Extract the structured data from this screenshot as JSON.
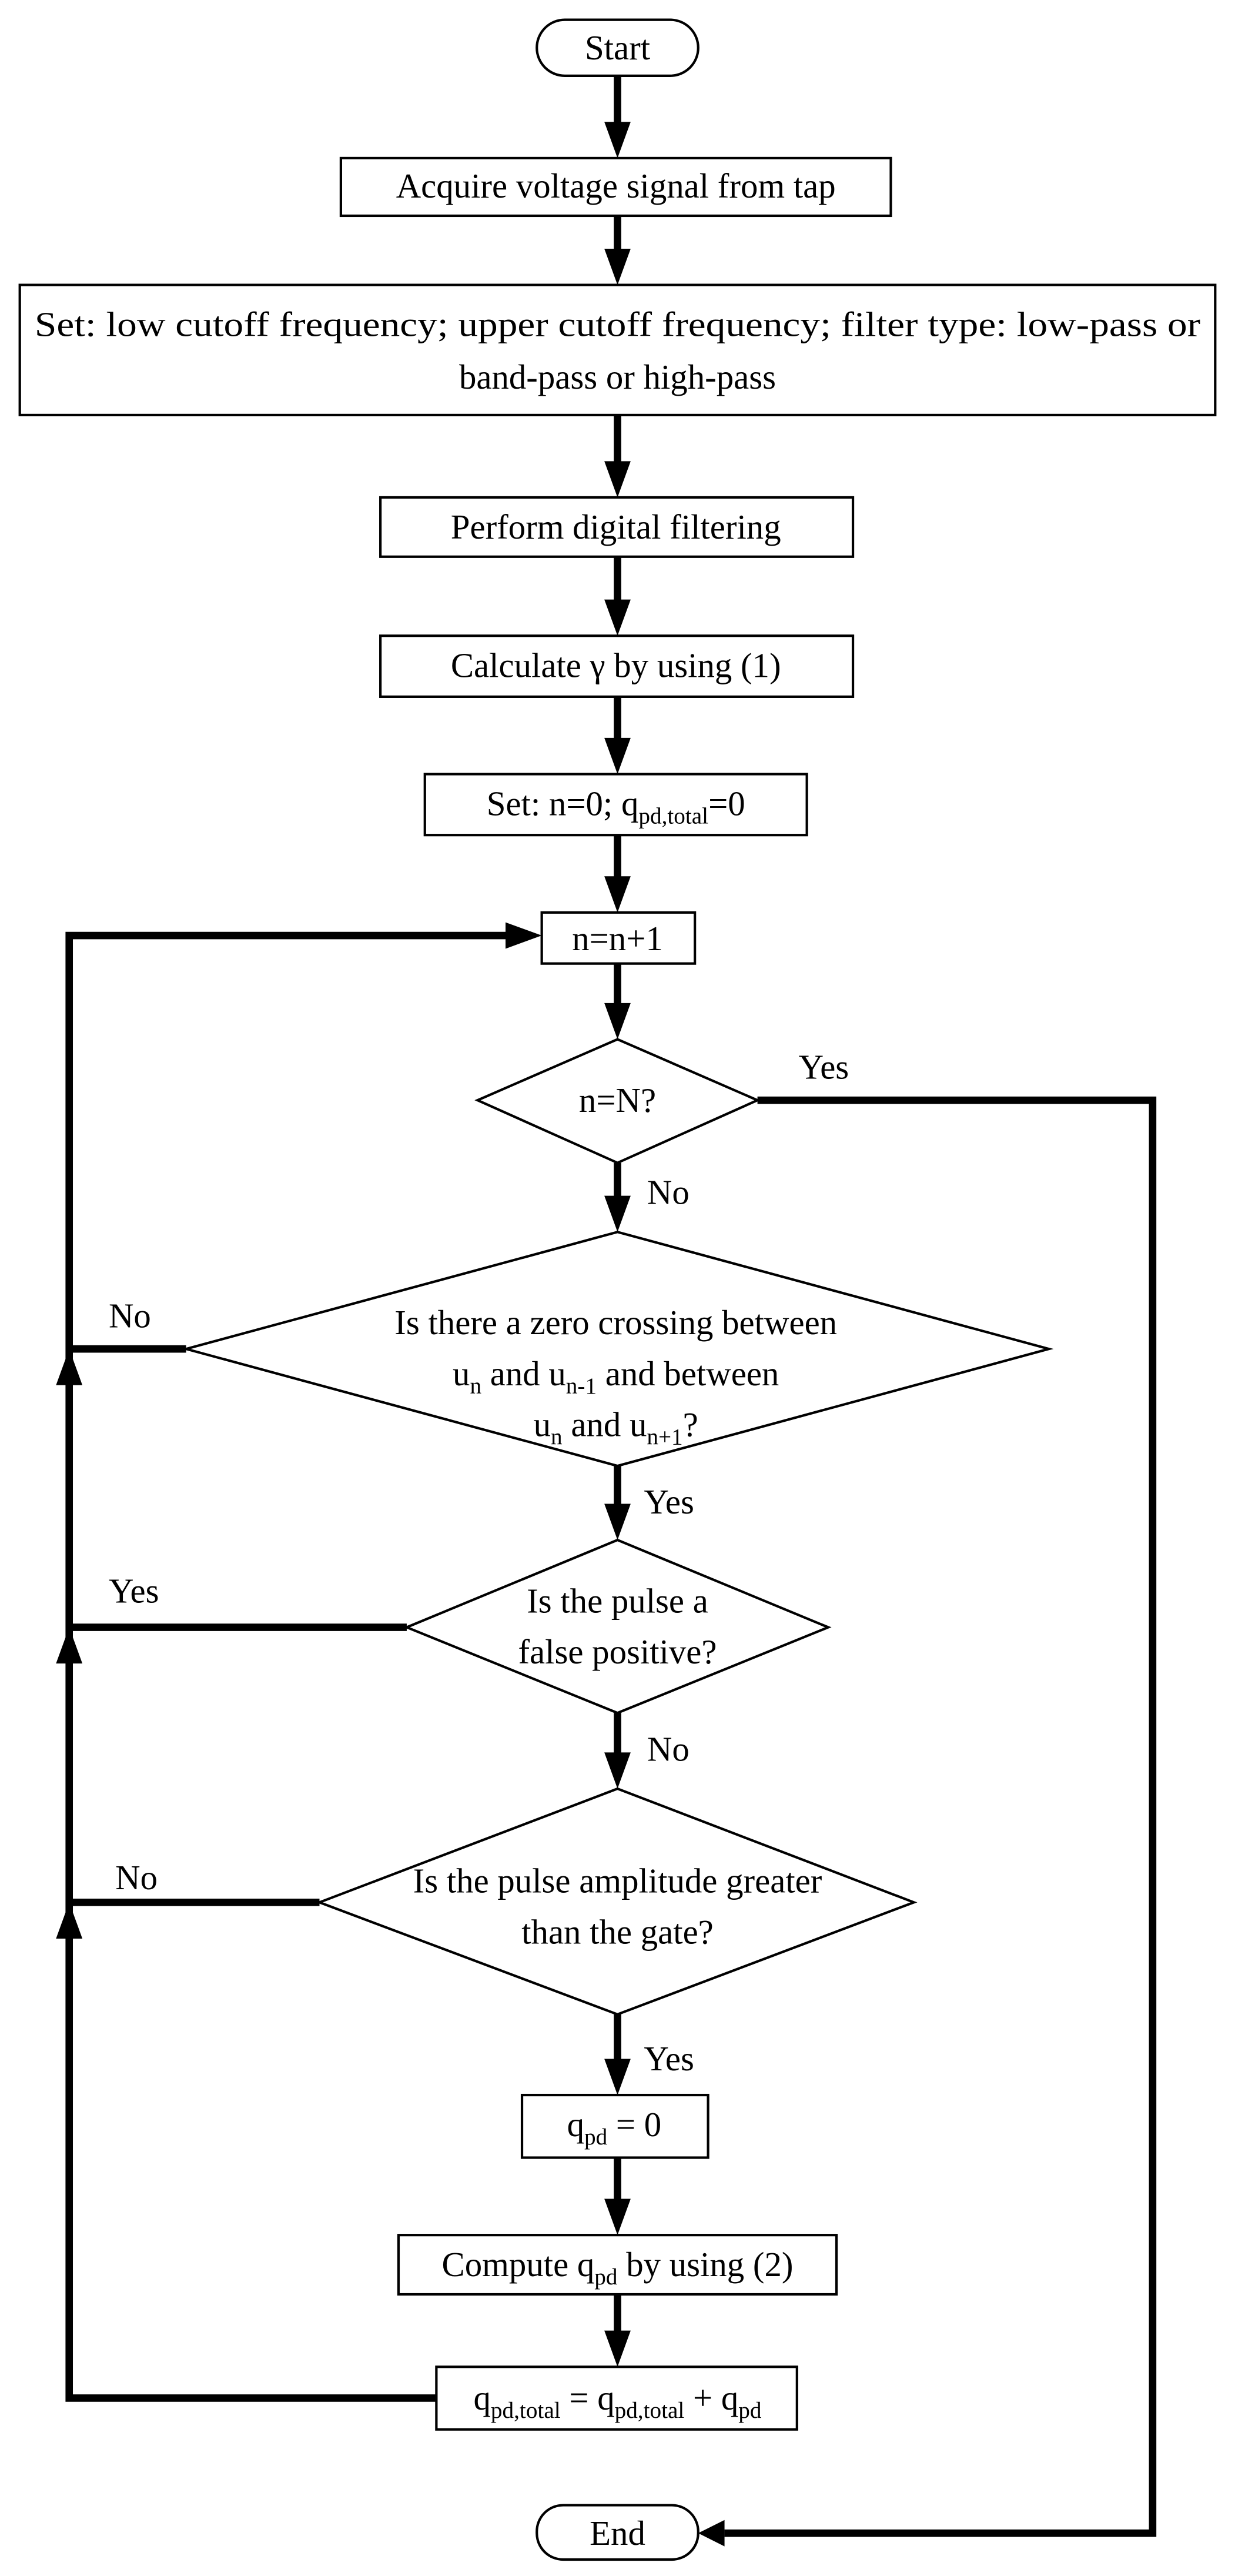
{
  "nodes": {
    "start": "Start",
    "acquire": "Acquire voltage signal from tap",
    "settings": {
      "line1": "Set: low cutoff frequency; upper cutoff frequency; filter type: low-pass or",
      "line2": "band-pass or high-pass"
    },
    "filter": "Perform digital filtering",
    "gamma": "Calculate γ by using (1)",
    "init": {
      "a": "Set: n=0; q",
      "a_sub": "pd,total",
      "b": "=0"
    },
    "increment": "n=n+1",
    "check_n": "n=N?",
    "zero_cross": {
      "line1": "Is there a zero crossing between",
      "line2": {
        "u1": "u",
        "s1": "n",
        "m": " and u",
        "s2": "n-1",
        "e": " and between"
      },
      "line3": {
        "u1": "u",
        "s1": "n",
        "m": " and u",
        "s2": "n+1",
        "e": "?"
      }
    },
    "false_positive": {
      "line1": "Is the pulse a",
      "line2": "false positive?"
    },
    "amplitude": {
      "line1": "Is the pulse amplitude greater",
      "line2": "than the gate?"
    },
    "reset_q": {
      "a": "q",
      "a_sub": "pd",
      "b": " = 0"
    },
    "compute": {
      "a": "Compute q",
      "a_sub": "pd",
      "b": " by using (2)"
    },
    "accumulate": {
      "a": "q",
      "a_sub": "pd,total",
      "b": " = q",
      "b_sub": "pd,total",
      "c": " + q",
      "c_sub": "pd"
    },
    "end": "End"
  },
  "labels": {
    "check_n_yes": "Yes",
    "check_n_no": "No",
    "zero_cross_no": "No",
    "zero_cross_yes": "Yes",
    "false_positive_yes": "Yes",
    "false_positive_no": "No",
    "amplitude_no": "No",
    "amplitude_yes": "Yes"
  }
}
